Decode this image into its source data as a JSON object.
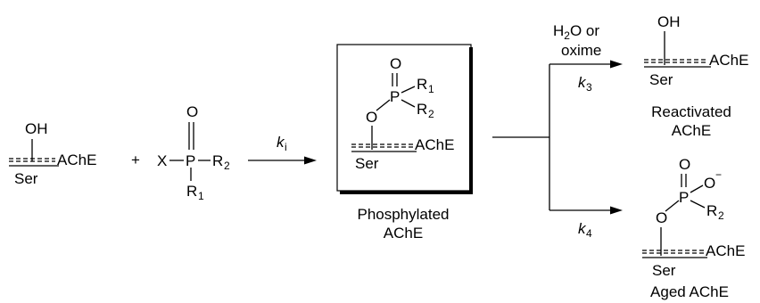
{
  "reactant_ache": {
    "oh": "OH",
    "ser": "Ser",
    "ache": "AChE"
  },
  "plus": "+",
  "op_agent": {
    "x": "X",
    "p": "P",
    "o": "O",
    "r": "R",
    "r1_sub": "1",
    "r2_sub": "2"
  },
  "arrow_ki": {
    "k": "k",
    "sub": "i"
  },
  "phosphylated": {
    "o_top": "O",
    "o_link": "O",
    "p": "P",
    "r": "R",
    "r1_sub": "1",
    "r2_sub": "2",
    "ache": "AChE",
    "ser": "Ser",
    "caption_line1": "Phosphylated",
    "caption_line2": "AChE"
  },
  "upper_branch": {
    "h": "H",
    "two": "2",
    "o": "O or",
    "oxime": "oxime",
    "k": "k",
    "sub": "3"
  },
  "reactivated": {
    "oh": "OH",
    "ache": "AChE",
    "ser": "Ser",
    "caption_line1": "Reactivated",
    "caption_line2": "AChE"
  },
  "lower_branch": {
    "k": "k",
    "sub": "4"
  },
  "aged": {
    "o_top": "O",
    "o_minus": "O",
    "minus": "−",
    "p": "P",
    "o_link": "O",
    "r": "R",
    "r2_sub": "2",
    "ache": "AChE",
    "ser": "Ser",
    "caption": "Aged AChE"
  }
}
